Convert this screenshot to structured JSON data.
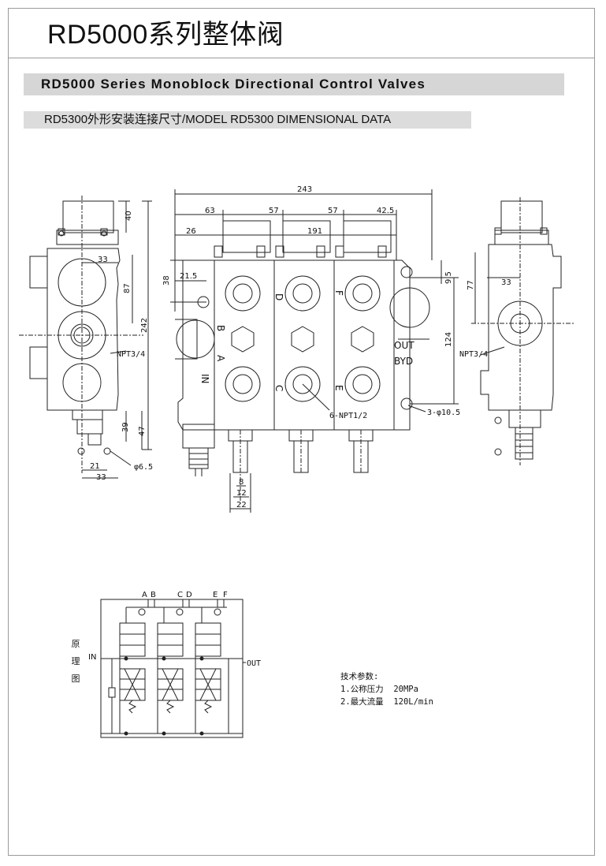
{
  "header": {
    "title": "RD5000系列整体阀",
    "banner": "RD5000 Series Monoblock Directional Control Valves",
    "subtitle": "RD5300外形安装连接尺寸/MODEL RD5300 DIMENSIONAL DATA"
  },
  "drawing": {
    "left_view": {
      "dims": [
        "40",
        "33",
        "87",
        "242",
        "39",
        "47",
        "21",
        "33"
      ],
      "thread": "NPT3/4",
      "hole": "φ6.5"
    },
    "front_view": {
      "dims": [
        "243",
        "63",
        "57",
        "57",
        "42.5",
        "26",
        "191",
        "38",
        "21.5",
        "9.5",
        "124",
        "8",
        "12",
        "22"
      ],
      "port_labels": [
        "D",
        "F",
        "B",
        "A",
        "C",
        "E",
        "IN"
      ],
      "out_label": "OUT",
      "brand_label": "BYD",
      "thread_callout": "6-NPT1/2",
      "hole_callout": "3-φ10.5"
    },
    "right_view": {
      "dims": [
        "77",
        "33"
      ],
      "thread": "NPT3/4"
    }
  },
  "schematic": {
    "side_label": [
      "原",
      "理",
      "图"
    ],
    "port_labels": [
      "A",
      "B",
      "C",
      "D",
      "E",
      "F"
    ],
    "in_label": "IN",
    "out_label": "OUT"
  },
  "specs": {
    "heading": "技术参数:",
    "items": [
      {
        "label": "1.公称压力",
        "value": "20MPa"
      },
      {
        "label": "2.最大流量",
        "value": "120L/min"
      }
    ]
  }
}
